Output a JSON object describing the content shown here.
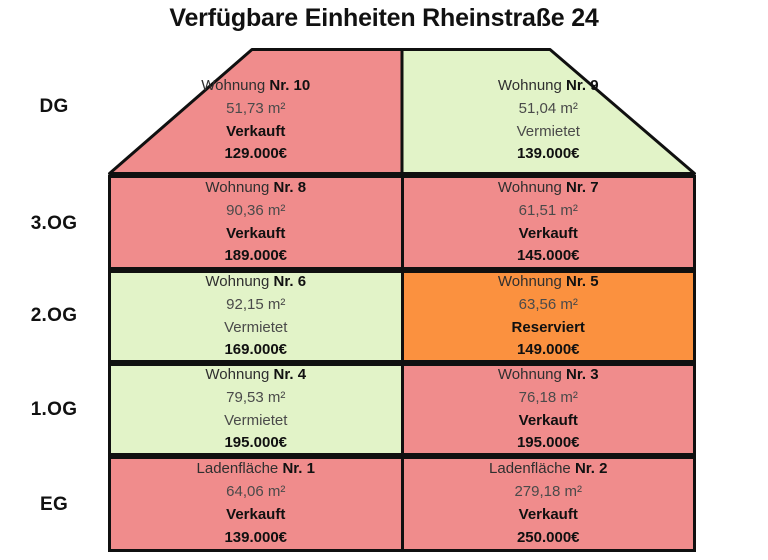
{
  "title": "Verfügbare Einheiten Rheinstraße 24",
  "colors": {
    "sold": "#F08C8C",
    "rented": "#E2F3C8",
    "reserved": "#FB913F",
    "outline": "#101010",
    "background": "#FFFFFF"
  },
  "status_labels": {
    "sold": "Verkauft",
    "rented": "Vermietet",
    "reserved": "Reserviert"
  },
  "floors": [
    {
      "label": "DG",
      "units": [
        {
          "type": "Wohnung",
          "number": "Nr. 10",
          "area": "51,73 m²",
          "status": "Verkauft",
          "price": "129.000€",
          "state": "sold"
        },
        {
          "type": "Wohnung",
          "number": "Nr. 9",
          "area": "51,04 m²",
          "status": "Vermietet",
          "price": "139.000€",
          "state": "rented"
        }
      ]
    },
    {
      "label": "3.OG",
      "units": [
        {
          "type": "Wohnung",
          "number": "Nr. 8",
          "area": "90,36 m²",
          "status": "Verkauft",
          "price": "189.000€",
          "state": "sold"
        },
        {
          "type": "Wohnung",
          "number": "Nr. 7",
          "area": "61,51 m²",
          "status": "Verkauft",
          "price": "145.000€",
          "state": "sold"
        }
      ]
    },
    {
      "label": "2.OG",
      "units": [
        {
          "type": "Wohnung",
          "number": "Nr. 6",
          "area": "92,15 m²",
          "status": "Vermietet",
          "price": "169.000€",
          "state": "rented"
        },
        {
          "type": "Wohnung",
          "number": "Nr. 5",
          "area": "63,56 m²",
          "status": "Reserviert",
          "price": "149.000€",
          "state": "reserved"
        }
      ]
    },
    {
      "label": "1.OG",
      "units": [
        {
          "type": "Wohnung",
          "number": "Nr. 4",
          "area": "79,53 m²",
          "status": "Vermietet",
          "price": "195.000€",
          "state": "rented"
        },
        {
          "type": "Wohnung",
          "number": "Nr. 3",
          "area": "76,18 m²",
          "status": "Verkauft",
          "price": "195.000€",
          "state": "sold"
        }
      ]
    },
    {
      "label": "EG",
      "units": [
        {
          "type": "Ladenfläche",
          "number": "Nr. 1",
          "area": "64,06 m²",
          "status": "Verkauft",
          "price": "139.000€",
          "state": "sold"
        },
        {
          "type": "Ladenfläche",
          "number": "Nr. 2",
          "area": "279,18 m²",
          "status": "Verkauft",
          "price": "250.000€",
          "state": "sold"
        }
      ]
    }
  ]
}
